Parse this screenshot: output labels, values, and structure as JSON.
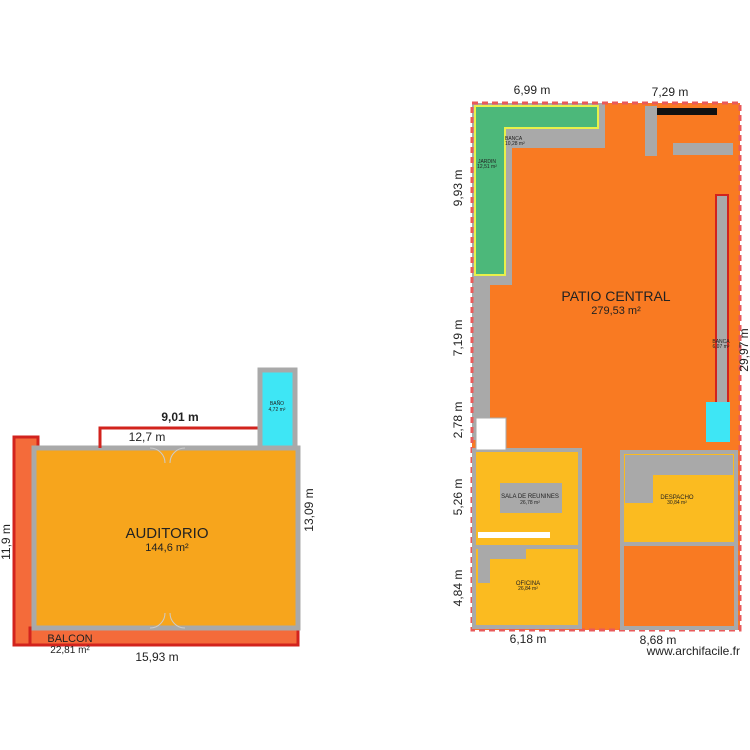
{
  "colors": {
    "orange": "#f97a22",
    "yellow": "#fbbb20",
    "auditorio": "#f7a51c",
    "green": "#4cb87a",
    "cyan": "#3ee6f5",
    "wall": "#a9a9a9",
    "red": "#d2231d"
  },
  "left": {
    "auditorio": {
      "name": "AUDITORIO",
      "area": "144,6 m²"
    },
    "balcon": {
      "name": "BALCON",
      "area": "22,81 m²"
    },
    "bano": {
      "name": "BAÑO",
      "area": "4,72 m²"
    },
    "dims": {
      "top1": "9,01 m",
      "top2": "12,7 m",
      "right": "13,09 m",
      "left": "11,9 m",
      "bottom": "15,93 m"
    }
  },
  "right": {
    "patio": {
      "name": "PATIO CENTRAL",
      "area": "279,53 m²"
    },
    "jardin": {
      "name": "JARDIN",
      "area": "12,51 m²"
    },
    "banca1": {
      "name": "BANCA",
      "area": "10,28 m²"
    },
    "banca2": {
      "name": "BANCA",
      "area": "6,07 m²"
    },
    "sala": {
      "name": "SALA DE REUNINES",
      "area": "26,78 m²"
    },
    "despacho": {
      "name": "DESPACHO",
      "area": "30,84 m²"
    },
    "oficina": {
      "name": "OFICINA",
      "area": "26,84 m²"
    },
    "dims": {
      "top1": "6,99 m",
      "top2": "7,29 m",
      "l1": "9,93 m",
      "l2": "7,19 m",
      "l3": "2,78 m",
      "l4": "5,26 m",
      "l5": "4,84 m",
      "right": "29,97 m",
      "b1": "6,18 m",
      "b2": "8,68 m"
    }
  },
  "watermark": "www.archifacile.fr"
}
